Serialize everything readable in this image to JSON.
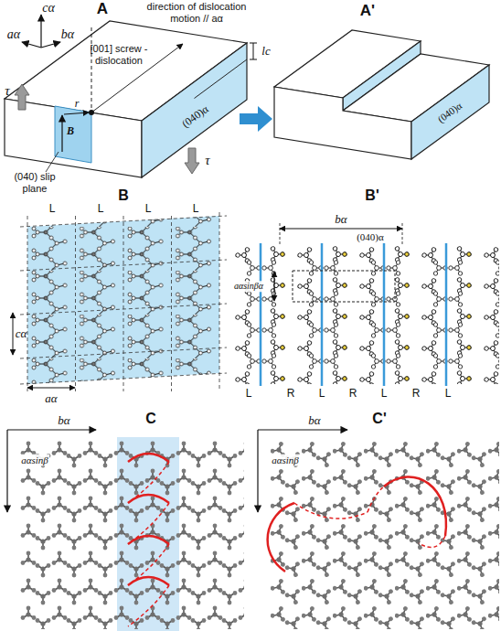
{
  "diagram": {
    "labels": [
      "cα",
      "aα",
      "bα",
      "A",
      "direction of dislocation motion // aα",
      "[001] screw -dislocation",
      "τ",
      "B",
      "r",
      "lc",
      "(040)α",
      "(040) slip plane",
      "τ",
      "A'",
      "(040)α",
      "B",
      "L",
      "L",
      "L",
      "L",
      "cα",
      "aα",
      "B'",
      "bα",
      "(040)α",
      "aαsinβα",
      "L",
      "R",
      "L",
      "R",
      "L",
      "R",
      "L",
      "C",
      "bα",
      "aαsinβ",
      "C'",
      "bα",
      "aαsinβ"
    ]
  }
}
